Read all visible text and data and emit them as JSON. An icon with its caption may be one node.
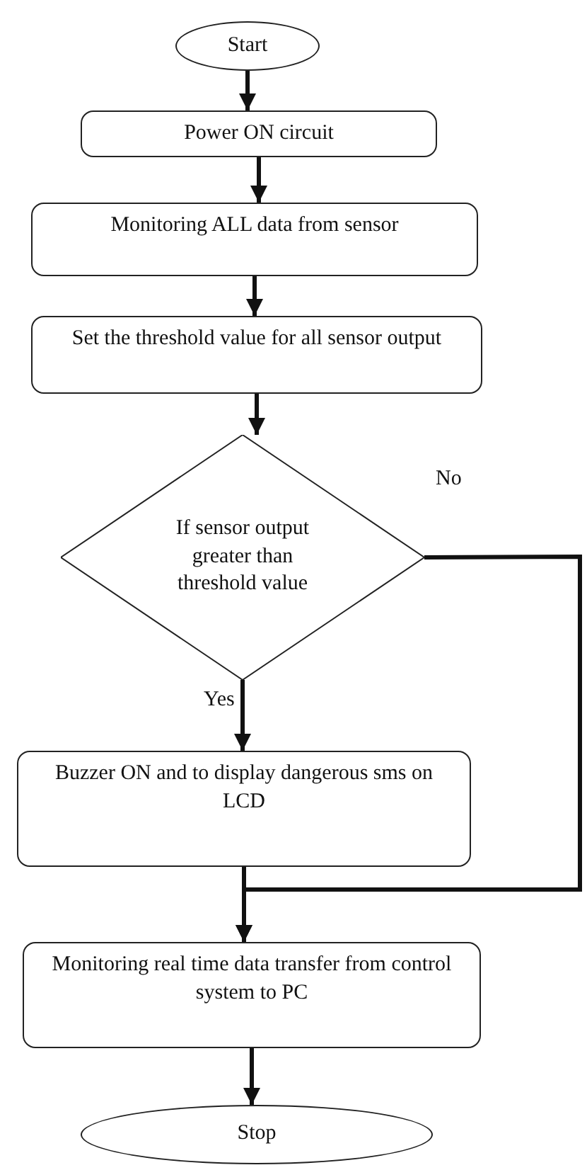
{
  "diagram": {
    "nodes": [
      {
        "text": [
          "Start"
        ]
      },
      {
        "text": [
          "Power ON circuit"
        ]
      },
      {
        "text": [
          "Monitoring ALL data from sensor"
        ]
      },
      {
        "text": [
          "Set the threshold value for all sensor output"
        ]
      },
      {
        "text": [
          "If sensor output greater than threshold value"
        ]
      },
      {
        "text": [
          "Buzzer ON and to display dangerous sms on LCD"
        ]
      },
      {
        "text": [
          "Monitoring real time data transfer from control system to PC"
        ]
      },
      {
        "text": [
          "Stop"
        ]
      }
    ],
    "edges": [
      {
        "from": 0,
        "to": 1,
        "arrow": "to"
      },
      {
        "from": 1,
        "to": 2,
        "arrow": "to"
      },
      {
        "from": 2,
        "to": 3,
        "arrow": "to"
      },
      {
        "from": 3,
        "to": 4,
        "arrow": "to"
      },
      {
        "from": 4,
        "to": 5,
        "arrow": "to",
        "label": "Yes"
      },
      {
        "from": 4,
        "to": 6,
        "arrow": "to",
        "label": "No"
      },
      {
        "from": 5,
        "to": 6,
        "arrow": "to"
      },
      {
        "from": 6,
        "to": 7,
        "arrow": "to"
      }
    ]
  }
}
